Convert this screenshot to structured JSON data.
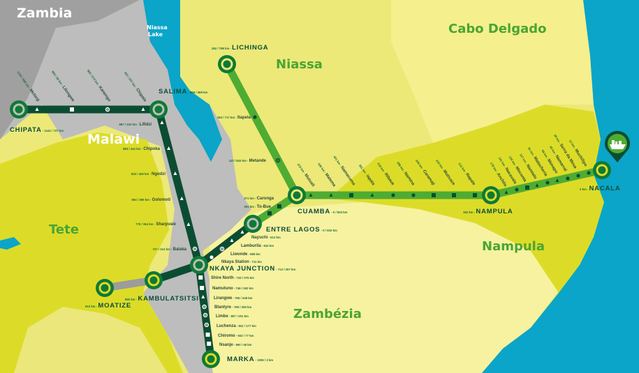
{
  "colors": {
    "dark_line": "#0b4d33",
    "light_line": "#4fac32",
    "gray_line": "#9c9c9c",
    "ocean": "#0aa5c8",
    "malawi": "#bdbdbd",
    "zambia": "#a0a0a0",
    "niassa": "#ece978",
    "bright": "#dcdc28",
    "pale": "#f7f2a0",
    "region_label": "#4aa532"
  },
  "regions": {
    "zambia": "Zambia",
    "malawi": "Malawi",
    "niassa": "Niassa",
    "cabo_delgado": "Cabo Delgado",
    "tete": "Tete",
    "nampula": "Nampula",
    "zambezia": "Zambézia",
    "lake_1": "Niassa",
    "lake_2": "Lake"
  },
  "port_icon": "ship-icon",
  "major_stations": [
    {
      "name": "CHIPATA",
      "km": "1141 / 727 km"
    },
    {
      "name": "SALIMA",
      "km": "865 / 469 km"
    },
    {
      "name": "LICHINGA",
      "km": "262 / 798 km"
    },
    {
      "name": "CUAMBA",
      "km": "0 / 833 km"
    },
    {
      "name": "NAMPULA",
      "km": "192 km"
    },
    {
      "name": "NACALA",
      "km": "0 km"
    },
    {
      "name": "ENTRE LAGOS",
      "km": "0 / 610 km"
    },
    {
      "name": "NKAYA JUNCTION",
      "km": "712 / 297 km"
    },
    {
      "name": "KAMBULATSITSI",
      "km": "860 km"
    },
    {
      "name": "MOATIZE",
      "km": "910 km"
    },
    {
      "name": "MARKA",
      "km": "1006 / 2 km"
    }
  ],
  "minor_stations": {
    "chipata_salima": [
      {
        "name": "Mchinji",
        "km": "1100 / 686 km"
      },
      {
        "name": "Lilongwe",
        "km": "984 / 58 km"
      },
      {
        "name": "Kanengo",
        "km": "966 / 574 km"
      },
      {
        "name": "Chipala",
        "km": "921 / 507 km"
      }
    ],
    "salima_nkaya": [
      {
        "name": "Lifidzi",
        "km": "887 / 433 km"
      },
      {
        "name": "Chipoka",
        "km": "883 / 441 km"
      },
      {
        "name": "Ngodzi",
        "km": "843 / 429 km"
      },
      {
        "name": "Golomoti",
        "km": "804 / 390 km"
      },
      {
        "name": "Sharpvale",
        "km": "778 / 364 km"
      },
      {
        "name": "Balaka",
        "km": "727 / 313 km"
      }
    ],
    "lichinga_cuamba": [
      {
        "name": "Itapela",
        "km": "184 / 717 km"
      },
      {
        "name": "Metande",
        "km": "110 / 843 km"
      }
    ],
    "cuamba_entre_lagos": [
      {
        "name": "Caronga",
        "km": "371 km"
      },
      {
        "name": "To-Bue",
        "km": "391 km"
      }
    ],
    "entre_lagos_nkaya": [
      {
        "name": "Nayuchi",
        "km": "612 km"
      },
      {
        "name": "Lamburila",
        "km": "632 km"
      },
      {
        "name": "Liwonde",
        "km": "685 km"
      },
      {
        "name": "Nkaya Station",
        "km": "711 km"
      }
    ],
    "nkaya_marka": [
      {
        "name": "Shire North",
        "km": "733 / 275 km"
      },
      {
        "name": "Namutuno",
        "km": "746 / 262 km"
      },
      {
        "name": "Lirangwe",
        "km": "766 / 248 km"
      },
      {
        "name": "Blantyre",
        "km": "799 / 209 km"
      },
      {
        "name": "Limbe",
        "km": "807 / 201 km"
      },
      {
        "name": "Luchenza",
        "km": "831 / 177 km"
      },
      {
        "name": "Chiromo",
        "km": "932 / 77 km"
      },
      {
        "name": "Nsanje",
        "km": "960 / 48 km"
      }
    ],
    "cuamba_nampula": [
      {
        "name": "Mutuali",
        "km": "479 km"
      },
      {
        "name": "Malema",
        "km": "438 km"
      },
      {
        "name": "Namacuma",
        "km": "401 km"
      },
      {
        "name": "Iapala",
        "km": "381 km"
      },
      {
        "name": "Ribaue",
        "km": "318 km"
      },
      {
        "name": "Namina",
        "km": "288 km"
      },
      {
        "name": "Caramaji",
        "km": "268 km"
      },
      {
        "name": "Mutivaze",
        "km": "233 km"
      },
      {
        "name": "Rapale",
        "km": "215 km"
      }
    ],
    "nampula_nacala": [
      {
        "name": "Anchilo",
        "km": "178 km"
      },
      {
        "name": "Nacavala",
        "km": "141 km"
      },
      {
        "name": "Meconta",
        "km": "124 km"
      },
      {
        "name": "Namialo",
        "km": "127 km"
      },
      {
        "name": "Matocheria",
        "km": "91 km"
      },
      {
        "name": "Monapo",
        "km": "68 km"
      },
      {
        "name": "Namarral",
        "km": "43 km"
      },
      {
        "name": "Serra da Mesa",
        "km": "28 km"
      },
      {
        "name": "Muchilipo",
        "km": "12 km"
      }
    ]
  }
}
